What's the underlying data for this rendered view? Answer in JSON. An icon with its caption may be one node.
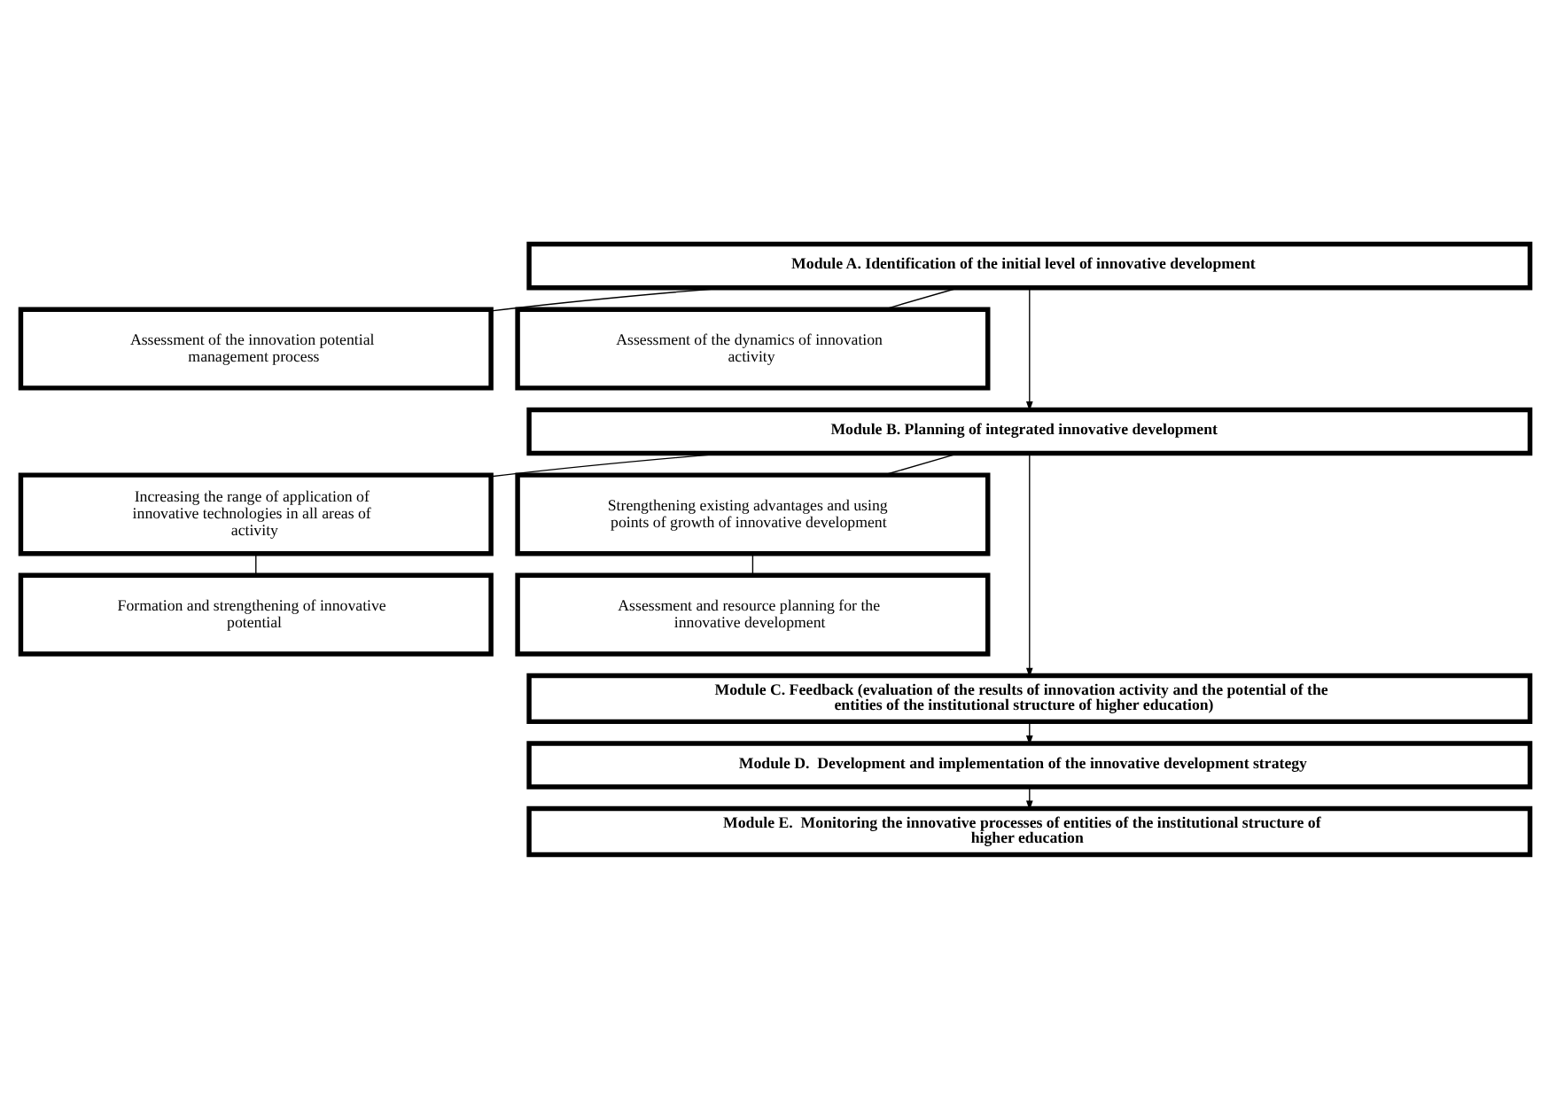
{
  "diagram": {
    "nodes": [
      {
        "text": [
          "Module A. Identification of the initial level of innovative development"
        ]
      },
      {
        "text": [
          "Assessment of the innovation potential management process"
        ]
      },
      {
        "text": [
          "Assessment of the dynamics of innovation activity"
        ]
      },
      {
        "text": [
          "Module B. Planning of integrated innovative development"
        ]
      },
      {
        "text": [
          "Increasing the range of application of innovative technologies in all areas of activity"
        ]
      },
      {
        "text": [
          "Strengthening existing advantages and using points of growth of innovative development"
        ]
      },
      {
        "text": [
          "Formation and strengthening of innovative potential"
        ]
      },
      {
        "text": [
          "Assessment and resource planning for the innovative development"
        ]
      },
      {
        "text": [
          "Module C. Feedback (evaluation of the results of innovation activity and the potential of the entities of the institutional structure of higher education)"
        ]
      },
      {
        "text": [
          "Module D.  Development and implementation of the innovative development strategy"
        ]
      },
      {
        "text": [
          "Module E.  Monitoring the innovative processes of entities of the institutional structure of higher education"
        ]
      }
    ],
    "edges": [
      {
        "from": 0,
        "to": 1,
        "arrow": "none"
      },
      {
        "from": 0,
        "to": 2,
        "arrow": "none"
      },
      {
        "from": 0,
        "to": 3,
        "arrow": "to"
      },
      {
        "from": 3,
        "to": 4,
        "arrow": "none"
      },
      {
        "from": 3,
        "to": 5,
        "arrow": "none"
      },
      {
        "from": 4,
        "to": 6,
        "arrow": "none"
      },
      {
        "from": 5,
        "to": 7,
        "arrow": "none"
      },
      {
        "from": 3,
        "to": 8,
        "arrow": "to"
      },
      {
        "from": 8,
        "to": 9,
        "arrow": "to"
      },
      {
        "from": 9,
        "to": 10,
        "arrow": "to"
      }
    ]
  }
}
